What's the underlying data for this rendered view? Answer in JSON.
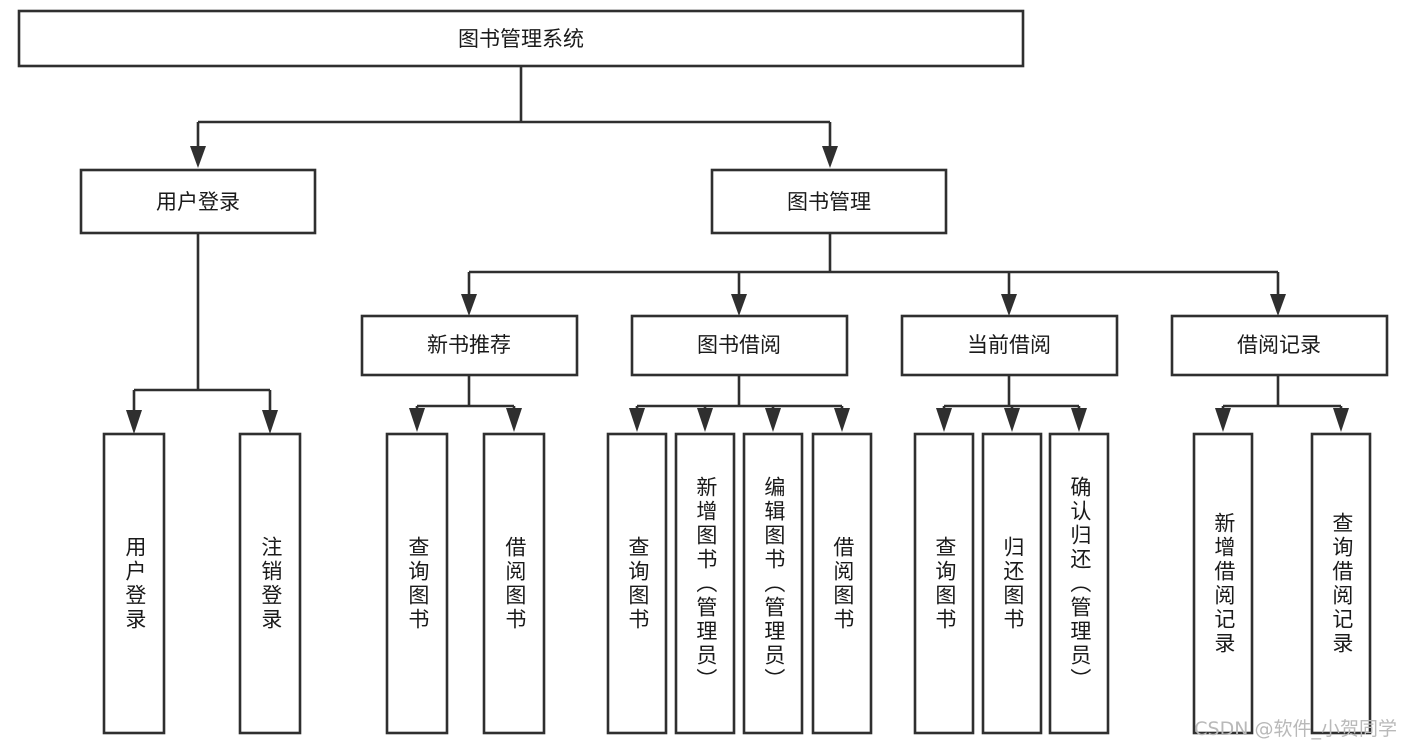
{
  "diagram": {
    "title": "图书管理系统",
    "type": "hierarchy-tree",
    "watermark": "CSDN @软件_小贺同学",
    "colors": {
      "stroke": "#2f2f2f",
      "fill": "#ffffff",
      "text": "#1a1a1a",
      "watermark": "#b9b9b9"
    },
    "levels": {
      "root": {
        "label": "图书管理系统"
      },
      "level2": [
        {
          "label": "用户登录"
        },
        {
          "label": "图书管理"
        }
      ],
      "level3": [
        {
          "label": "新书推荐"
        },
        {
          "label": "图书借阅"
        },
        {
          "label": "当前借阅"
        },
        {
          "label": "借阅记录"
        }
      ],
      "leaves": {
        "user_login": [
          {
            "label": "用户登录"
          },
          {
            "label": "注销登录"
          }
        ],
        "new_book_recommend": [
          {
            "label": "查询图书"
          },
          {
            "label": "借阅图书"
          }
        ],
        "book_borrow": [
          {
            "label": "查询图书"
          },
          {
            "label": "新增图书（管理员）"
          },
          {
            "label": "编辑图书（管理员）"
          },
          {
            "label": "借阅图书"
          }
        ],
        "current_borrow": [
          {
            "label": "查询图书"
          },
          {
            "label": "归还图书"
          },
          {
            "label": "确认归还（管理员）"
          }
        ],
        "borrow_records": [
          {
            "label": "新增借阅记录"
          },
          {
            "label": "查询借阅记录"
          }
        ]
      }
    }
  }
}
